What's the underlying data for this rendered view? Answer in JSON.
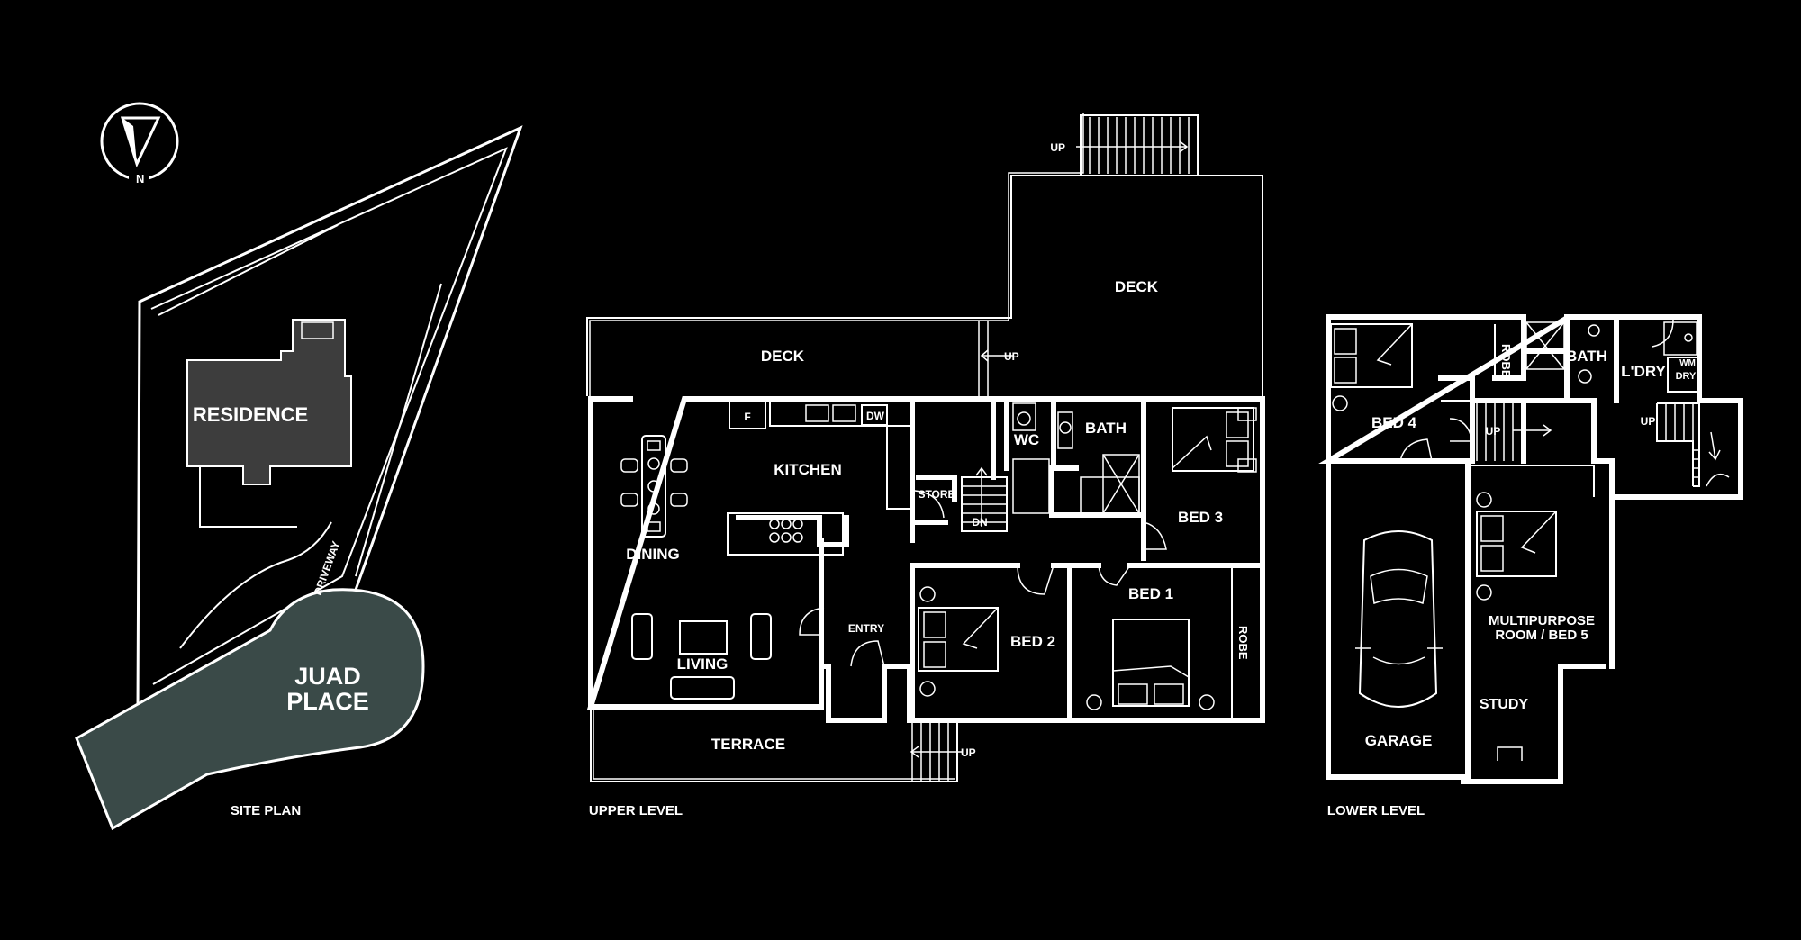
{
  "compass": {
    "north_label": "N"
  },
  "site_plan": {
    "caption": "SITE PLAN",
    "residence": "RESIDENCE",
    "driveway": "DRIVEWAY",
    "street_line1": "JUAD",
    "street_line2": "PLACE"
  },
  "upper_level": {
    "caption": "UPPER LEVEL",
    "rooms": {
      "deck_left": "DECK",
      "deck_right": "DECK",
      "kitchen": "KITCHEN",
      "dining": "DINING",
      "living": "LIVING",
      "terrace": "TERRACE",
      "entry": "ENTRY",
      "store": "STORE",
      "wc": "WC",
      "bath": "BATH",
      "bed1": "BED 1",
      "bed2": "BED 2",
      "bed3": "BED 3",
      "robe": "ROBE"
    },
    "marks": {
      "fridge": "F",
      "dishwasher": "DW",
      "up_top": "UP",
      "up_deck": "UP",
      "up_terrace": "UP",
      "dn": "DN"
    }
  },
  "lower_level": {
    "caption": "LOWER LEVEL",
    "rooms": {
      "bed4": "BED 4",
      "robe": "ROBE",
      "bath": "BATH",
      "laundry": "L'DRY",
      "garage": "GARAGE",
      "multi_line1": "MULTIPURPOSE",
      "multi_line2": "ROOM / BED 5",
      "study": "STUDY"
    },
    "marks": {
      "wm": "WM",
      "dry": "DRY",
      "up_left": "UP",
      "up_right": "UP"
    }
  },
  "colors": {
    "background": "#000000",
    "lines": "#ffffff",
    "street": "#3a4a48"
  }
}
